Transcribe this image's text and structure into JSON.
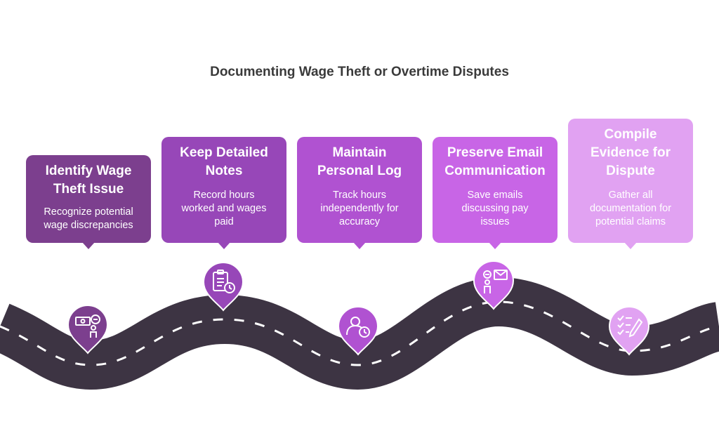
{
  "title": "Documenting Wage Theft or Overtime Disputes",
  "colors": {
    "road": "#3d3443",
    "step1": "#7c3f8e",
    "step2": "#9747b8",
    "step3": "#b052d1",
    "step4": "#c865e6",
    "step5": "#e1a2f2"
  },
  "steps": [
    {
      "title": "Identify Wage Theft Issue",
      "description": "Recognize potential wage discrepancies",
      "icon": "money-person-icon"
    },
    {
      "title": "Keep Detailed Notes",
      "description": "Record hours worked and wages paid",
      "icon": "clipboard-clock-icon"
    },
    {
      "title": "Maintain Personal Log",
      "description": "Track hours independently for accuracy",
      "icon": "person-clock-icon"
    },
    {
      "title": "Preserve Email Communication",
      "description": "Save emails discussing pay issues",
      "icon": "person-email-icon"
    },
    {
      "title": "Compile Evidence for Dispute",
      "description": "Gather all documentation for potential claims",
      "icon": "checklist-pen-icon"
    }
  ]
}
